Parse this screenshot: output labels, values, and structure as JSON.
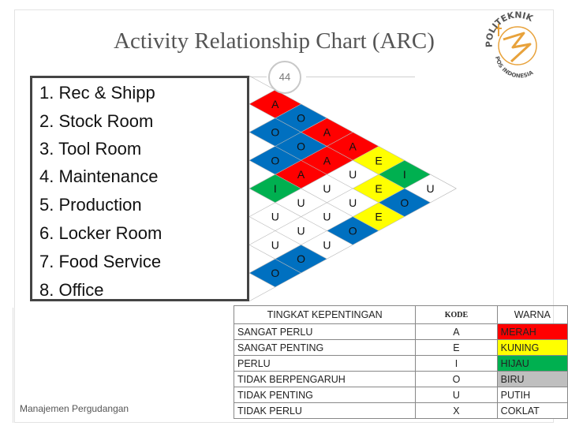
{
  "title": "Activity Relationship Chart (ARC)",
  "page_number": "44",
  "activities": [
    "1. Rec & Shipp",
    "2. Stock Room",
    "3. Tool Room",
    "4. Maintenance",
    "5. Production",
    "6. Locker Room",
    "7. Food Service",
    "8. Office"
  ],
  "relationships": [
    {
      "pair": [
        1,
        2
      ],
      "code": "A"
    },
    {
      "pair": [
        1,
        3
      ],
      "code": "O"
    },
    {
      "pair": [
        1,
        4
      ],
      "code": "A"
    },
    {
      "pair": [
        1,
        5
      ],
      "code": "A"
    },
    {
      "pair": [
        1,
        6
      ],
      "code": "E"
    },
    {
      "pair": [
        1,
        7
      ],
      "code": "I"
    },
    {
      "pair": [
        1,
        8
      ],
      "code": "U"
    },
    {
      "pair": [
        2,
        3
      ],
      "code": "O"
    },
    {
      "pair": [
        2,
        4
      ],
      "code": "O"
    },
    {
      "pair": [
        2,
        5
      ],
      "code": "A"
    },
    {
      "pair": [
        2,
        6
      ],
      "code": "U"
    },
    {
      "pair": [
        2,
        7
      ],
      "code": "E"
    },
    {
      "pair": [
        2,
        8
      ],
      "code": "O"
    },
    {
      "pair": [
        3,
        4
      ],
      "code": "O"
    },
    {
      "pair": [
        3,
        5
      ],
      "code": "A"
    },
    {
      "pair": [
        3,
        6
      ],
      "code": "U"
    },
    {
      "pair": [
        3,
        7
      ],
      "code": "U"
    },
    {
      "pair": [
        3,
        8
      ],
      "code": "E"
    },
    {
      "pair": [
        4,
        5
      ],
      "code": "I"
    },
    {
      "pair": [
        4,
        6
      ],
      "code": "U"
    },
    {
      "pair": [
        4,
        7
      ],
      "code": "U"
    },
    {
      "pair": [
        4,
        8
      ],
      "code": "O"
    },
    {
      "pair": [
        5,
        6
      ],
      "code": "U"
    },
    {
      "pair": [
        5,
        7
      ],
      "code": "U"
    },
    {
      "pair": [
        5,
        8
      ],
      "code": "U"
    },
    {
      "pair": [
        6,
        7
      ],
      "code": "U"
    },
    {
      "pair": [
        6,
        8
      ],
      "code": "O"
    },
    {
      "pair": [
        7,
        8
      ],
      "code": "O"
    }
  ],
  "code_colors": {
    "A": "#ff0000",
    "E": "#ffff00",
    "I": "#00b050",
    "O": "#0070c0",
    "U": "#ffffff",
    "X": "#996633"
  },
  "legend": {
    "headers": [
      "TINGKAT KEPENTINGAN",
      "KODE",
      "WARNA"
    ],
    "rows": [
      {
        "level": "SANGAT PERLU",
        "code": "A",
        "color_name": "MERAH",
        "color": "#ff0000"
      },
      {
        "level": "SANGAT PENTING",
        "code": "E",
        "color_name": "KUNING",
        "color": "#ffff00"
      },
      {
        "level": "PERLU",
        "code": "I",
        "color_name": "HIJAU",
        "color": "#00b050"
      },
      {
        "level": "TIDAK BERPENGARUH",
        "code": "O",
        "color_name": "BIRU",
        "color": "#bfbfbf"
      },
      {
        "level": "TIDAK  PENTING",
        "code": "U",
        "color_name": "PUTIH",
        "color": "#ffffff"
      },
      {
        "level": "TIDAK  PERLU",
        "code": "X",
        "color_name": "COKLAT",
        "color": "#ffffff"
      }
    ]
  },
  "footer": "Manajemen Pergudangan",
  "logo": {
    "top_text": "POLITEKNIK",
    "bottom_text": "POS INDONESIA"
  }
}
